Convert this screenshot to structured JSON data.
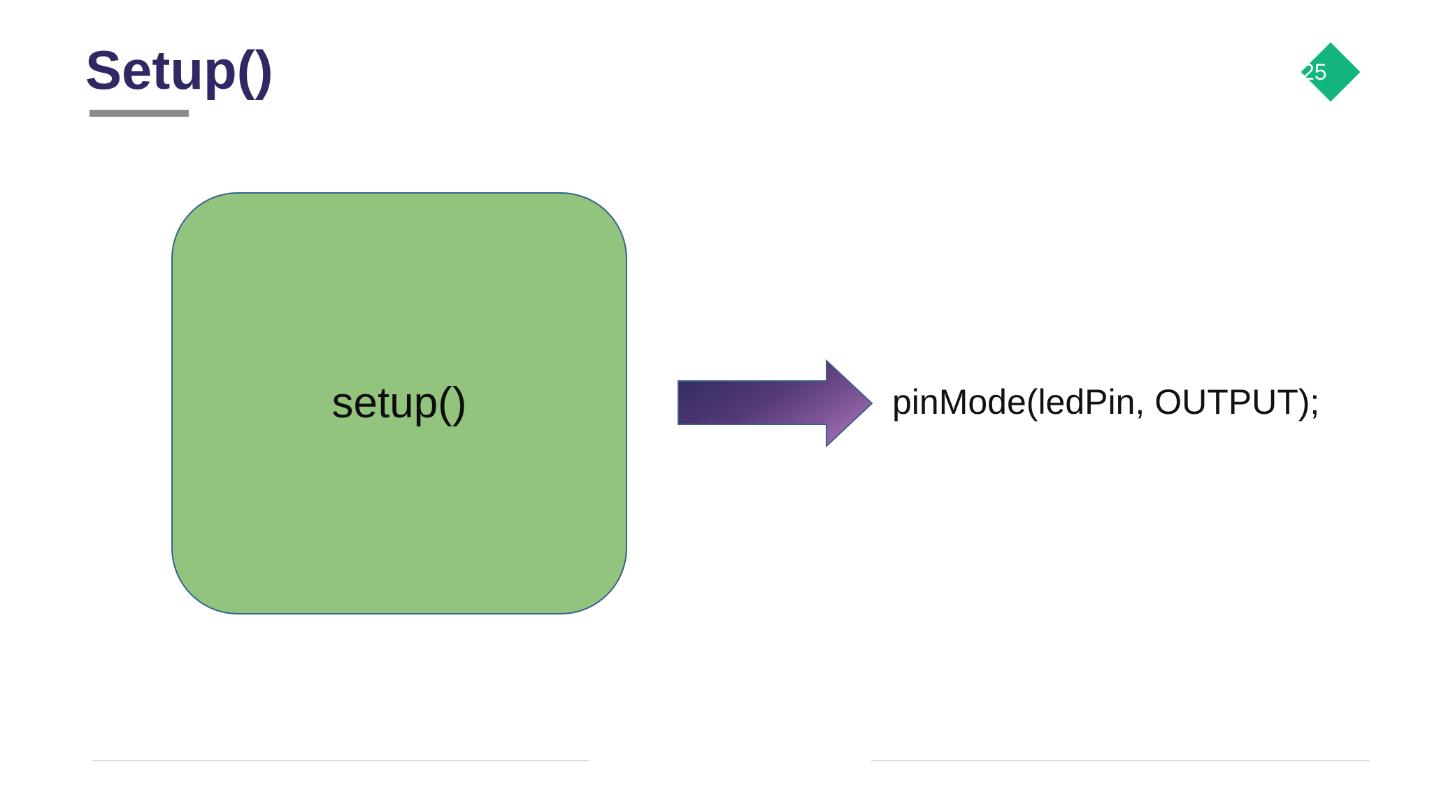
{
  "slide": {
    "title": "Setup()",
    "page_number": "25",
    "diagram": {
      "box_label": "setup()",
      "code_text": "pinMode(ledPin, OUTPUT);"
    },
    "colors": {
      "title_text": "#2e2864",
      "title_underline": "#8c8c8c",
      "page_number_diamond": "#12b57e",
      "box_fill": "#93c47e",
      "box_border": "#35618e",
      "arrow_gradient_start": "#322b60",
      "arrow_gradient_mid": "#6a4a8c",
      "arrow_gradient_end": "#a874b9",
      "arrow_border": "#3d5f8a",
      "footer_line": "#dadada"
    }
  }
}
